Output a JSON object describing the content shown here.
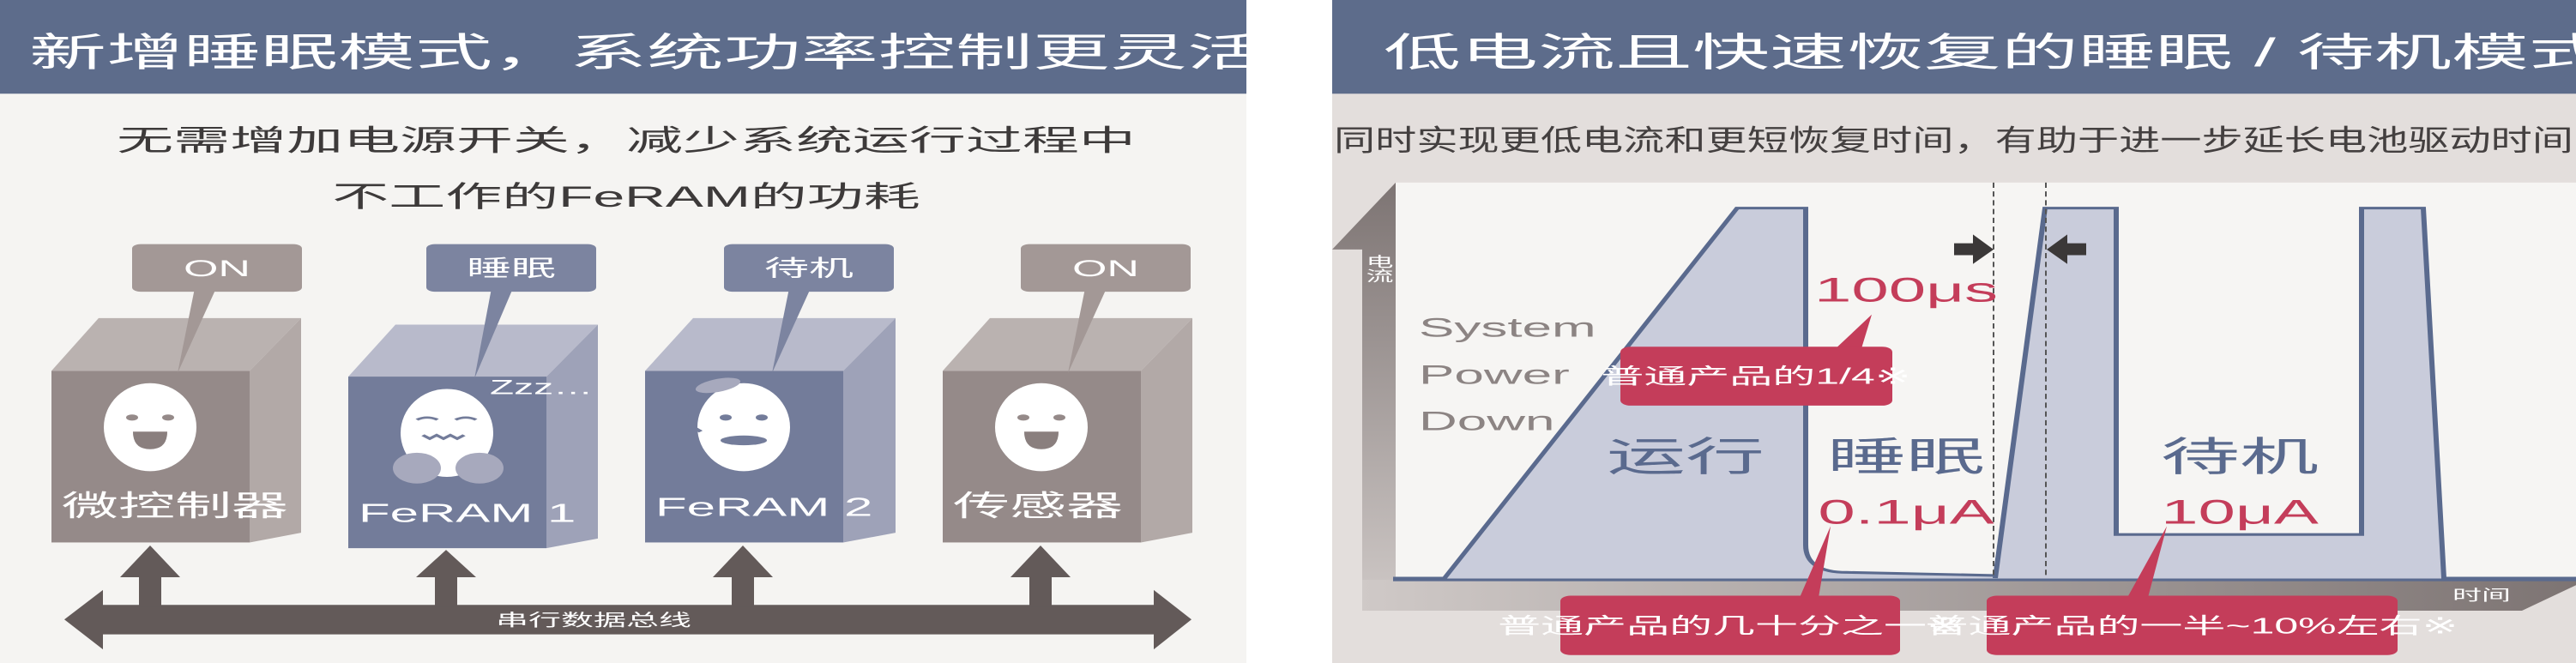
{
  "left_panel": {
    "title": "新增睡眠模式，系统功率控制更灵活",
    "subtitle_line1": "无需增加电源开关，减少系统运行过程中",
    "subtitle_line2": "不工作的FeRAM的功耗",
    "devices": [
      {
        "label": "微控制器",
        "state": "ON",
        "face": "smile"
      },
      {
        "label": "FeRAM 1",
        "state": "睡眠",
        "face": "sleep"
      },
      {
        "label": "FeRAM 2",
        "state": "待机",
        "face": "standby"
      },
      {
        "label": "传感器",
        "state": "ON",
        "face": "smile"
      }
    ],
    "sleep_text": "Zzz…",
    "bus_label": "串行数据总线"
  },
  "right_panel": {
    "title": "低电流且快速恢复的睡眠 / 待机模式",
    "subtitle": "同时实现更低电流和更短恢复时间，有助于进一步延长电池驱动时间",
    "y_axis_label": "电流",
    "x_axis_label": "时间",
    "power_down_lines": [
      "System",
      "Power",
      "Down"
    ],
    "run_label": "运行",
    "sleep_label": "睡眠",
    "sleep_current": "0.1μA",
    "recovery_time": "100μs",
    "standby_label": "待机",
    "standby_current": "10μA",
    "callouts": {
      "recovery": "普通产品的1/4※",
      "sleep": "普通产品的几十分之一※",
      "standby": "普通产品的一半~10%左右※"
    }
  },
  "colors": {
    "header": "#5d6c8b",
    "accent_red": "#c43d5a",
    "pulse_fill": "#c9ccdb",
    "pulse_stroke": "#5a6a8e",
    "grey_box": "#958a89",
    "blue_box": "#737c9a"
  }
}
